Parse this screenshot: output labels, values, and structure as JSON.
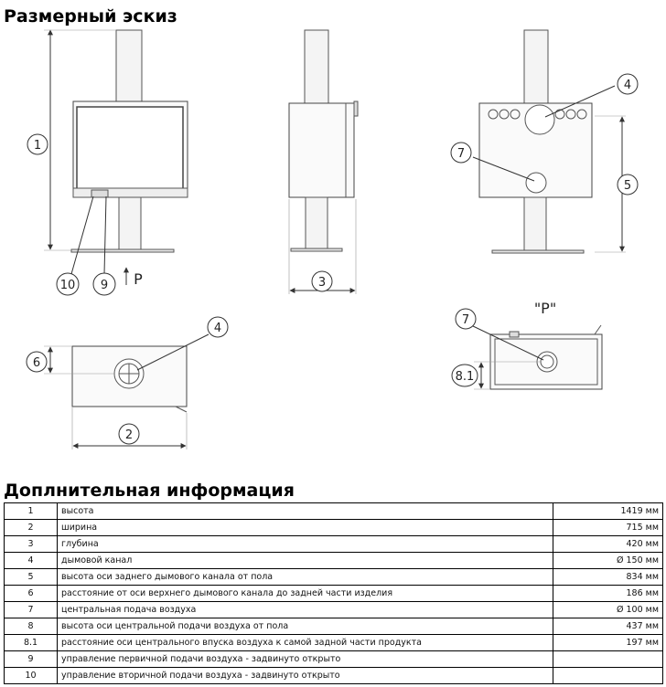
{
  "header": {
    "title": "Размерный эскиз"
  },
  "info": {
    "title": "Доплнительная информация"
  },
  "drawing": {
    "callouts": {
      "c1": "1",
      "c2": "2",
      "c3": "3",
      "c4a": "4",
      "c4b": "4",
      "c5": "5",
      "c6": "6",
      "c7a": "7",
      "c7b": "7",
      "c81": "8.1",
      "c9": "9",
      "c10": "10"
    },
    "arrow_label": "P",
    "view_label": "\"P\""
  },
  "specs": [
    {
      "num": "1",
      "desc": "высота",
      "value": "1419 мм"
    },
    {
      "num": "2",
      "desc": "ширина",
      "value": "715 мм"
    },
    {
      "num": "3",
      "desc": "глубина",
      "value": "420 мм"
    },
    {
      "num": "4",
      "desc": "дымовой канал",
      "value": "Ø 150 мм"
    },
    {
      "num": "5",
      "desc": "высота оси заднего дымового канала от пола",
      "value": "834 мм"
    },
    {
      "num": "6",
      "desc": "расстояние от оси верхнего дымового канала до задней части изделия",
      "value": "186 мм"
    },
    {
      "num": "7",
      "desc": "центральная подача воздуха",
      "value": "Ø 100 мм"
    },
    {
      "num": "8",
      "desc": "высота оси центральной подачи воздуха от пола",
      "value": "437 мм"
    },
    {
      "num": "8.1",
      "desc": "расстояние оси центрального впуска воздуха к самой задной части продукта",
      "value": "197 мм"
    },
    {
      "num": "9",
      "desc": "управление первичной подачи воздуха - задвинуто открыто",
      "value": ""
    },
    {
      "num": "10",
      "desc": "управление вторичной подачи воздуха - задвинуто открыто",
      "value": ""
    }
  ]
}
